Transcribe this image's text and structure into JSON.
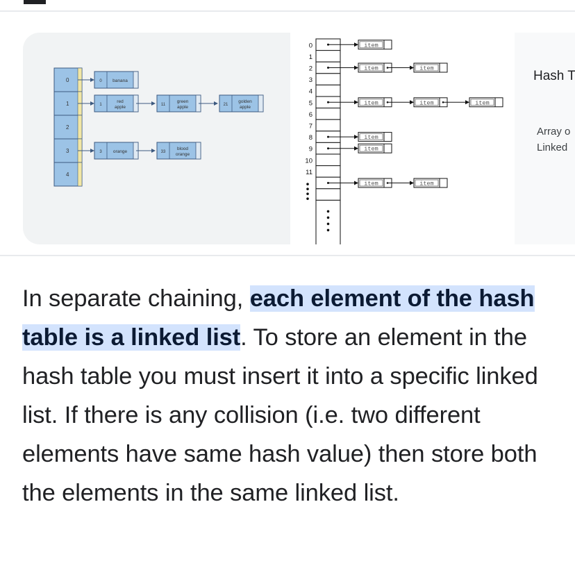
{
  "images": {
    "chain_diagram": {
      "buckets": [
        "0",
        "1",
        "2",
        "3",
        "4"
      ],
      "chains": [
        {
          "bucket": 0,
          "nodes": [
            {
              "key": "0",
              "value": "banana"
            }
          ]
        },
        {
          "bucket": 1,
          "nodes": [
            {
              "key": "1",
              "value": "red apple"
            },
            {
              "key": "11",
              "value": "green apple"
            },
            {
              "key": "21",
              "value": "golden apple"
            }
          ]
        },
        {
          "bucket": 3,
          "nodes": [
            {
              "key": "3",
              "value": "orange"
            },
            {
              "key": "33",
              "value": "blood orange"
            }
          ]
        }
      ]
    },
    "array_diagram": {
      "indices": [
        "0",
        "1",
        "2",
        "3",
        "4",
        "5",
        "6",
        "7",
        "8",
        "9",
        "10",
        "11"
      ],
      "node_label": "item",
      "chains": [
        {
          "index": 0,
          "count": 1
        },
        {
          "index": 2,
          "count": 2
        },
        {
          "index": 5,
          "count": 3
        },
        {
          "index": 8,
          "count": 1
        },
        {
          "index": 9,
          "count": 1
        },
        {
          "index": 12,
          "count": 2
        }
      ]
    },
    "side_card": {
      "title": "Hash T",
      "lines": [
        "Array o",
        "Linked"
      ]
    }
  },
  "answer": {
    "before": "In separate chaining, ",
    "highlight": "each element of the hash table is a linked list",
    "after": ". To store an element in the hash table you must insert it into a specific linked list. If there is any collision (i.e. two different elements have same hash value) then store both the elements in the same linked list."
  },
  "colors": {
    "node_fill": "#9cc3e6",
    "node_stroke": "#3d5a80",
    "bucket_fill": "#9cc3e6",
    "bucket_edge": "#f2e7a4",
    "highlight": "#d3e3fd",
    "text": "#202124"
  }
}
